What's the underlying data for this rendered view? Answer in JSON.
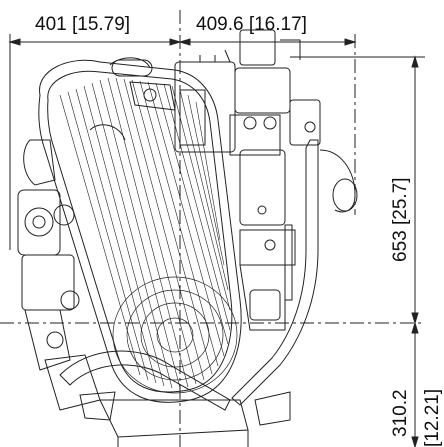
{
  "dimensions": {
    "left_width": "401 [15.79]",
    "right_width": "409.6 [16.17]",
    "upper_height": "653 [25.7]",
    "lower_height_value": "310.2",
    "lower_height_inch": "[12.21]"
  },
  "colors": {
    "line": "#222222",
    "background": "#ffffff"
  }
}
